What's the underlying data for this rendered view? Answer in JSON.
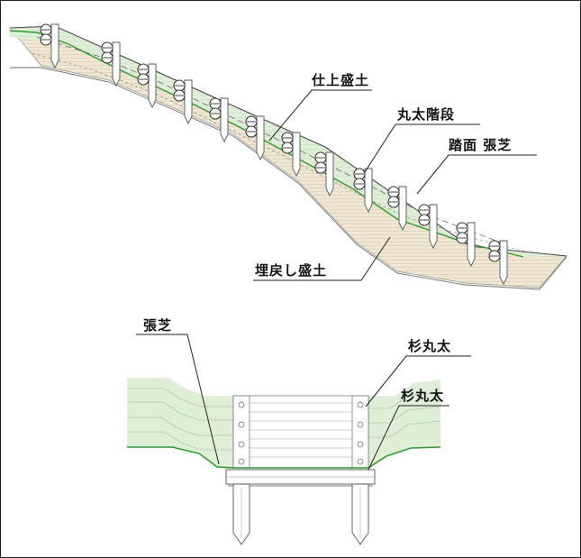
{
  "figure": {
    "top_labels": {
      "finish_fill": "仕上盛土",
      "log_steps": "丸太階段",
      "tread_turf": "踏面 張芝",
      "backfill": "埋戻し盛土"
    },
    "bottom_labels": {
      "turf": "張芝",
      "cedar_log_1": "杉丸太",
      "cedar_log_2": "杉丸太"
    },
    "colors": {
      "fill_green": "#dfeed6",
      "backfill_tan": "#efe6d4",
      "ground_line": "#2e9a2e",
      "stake": "#555555"
    }
  }
}
